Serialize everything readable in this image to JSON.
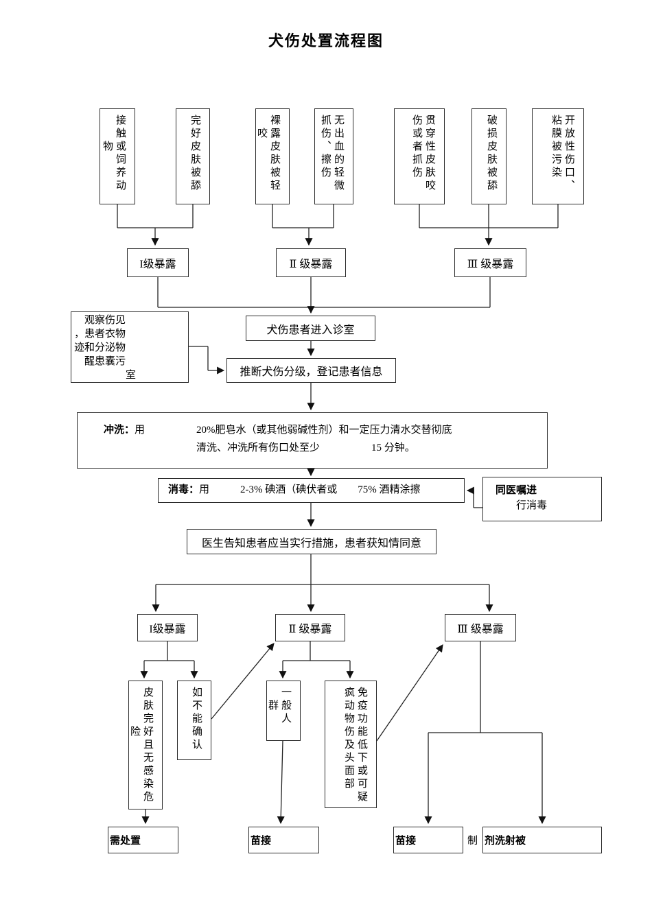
{
  "title": "犬伤处置流程图",
  "top_boxes": [
    "接触或饲养动\n　　物",
    "完好皮肤被舔",
    "裸露皮肤被轻\n　咬",
    "无出血的轻微\n抓伤、擦伤",
    "贯穿性皮肤咬\n伤或者抓伤",
    "破损皮肤被舔",
    "开放性伤口、\n粘膜被污染"
  ],
  "exposure_row1": [
    "I级暴露",
    "Ⅱ 级暴露",
    "Ⅲ 级暴露"
  ],
  "observe_box": "　观察伤见\n，患者衣物\n迹和分泌物\n　醒患囊污\n　　　　　室",
  "enter_room": "犬伤患者进入诊室",
  "triage": "推断犬伤分级，登记患者信息",
  "wash": {
    "bold": "冲洗：",
    "rest": "用　　　　　20%肥皂水（或其他弱碱性剂）和一定压力清水交替彻底\n　　　　　　　　　清洗、冲洗所有伤口处至少　　　　　15 分钟。"
  },
  "disinfect": {
    "bold": "消毒：",
    "rest": "用　　　2-3% 碘酒（碘伏者或　　75% 酒精涂擦"
  },
  "concurrent": {
    "line1": "同医嘱进\n",
    "line2": "　　行消毒"
  },
  "inform": "医生告知患者应当实行措施，患者获知情同意",
  "exposure_row2": [
    "I级暴露",
    "Ⅱ 级暴露",
    "Ⅲ 级暴露"
  ],
  "branch_boxes": {
    "skin_intact": "皮肤完好且无感染危\n　　　险",
    "if_uncertain": "如不能确认",
    "general_population": "一般人\n　群",
    "immunocompromised": "免疫功能低下或可疑\n疯动物伤及头面部"
  },
  "outcome_boxes": {
    "no_treatment": "需处置",
    "vaccinate_1": "苗接",
    "vaccinate_2": "苗接",
    "passive_prefix": "制",
    "passive_immunization": "剂洗射被"
  }
}
